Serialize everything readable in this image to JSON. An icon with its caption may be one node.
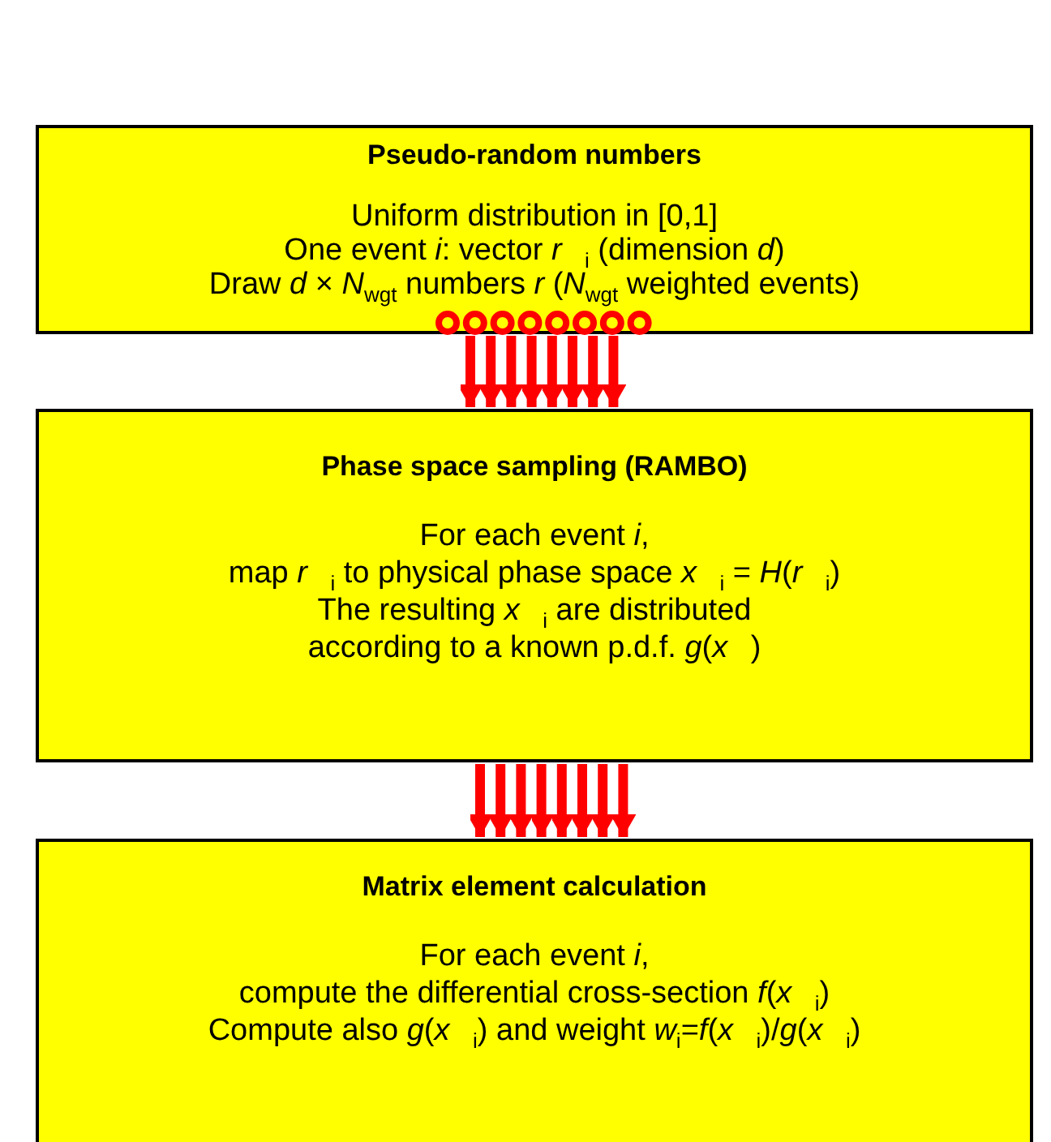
{
  "diagram": {
    "nodes": [
      {
        "text": [
          "Pseudo-random numbers",
          "Uniform distribution in [0,1]",
          "One event *i*: vector *r⃗*$_{i}$ (dimension *d*)",
          "Draw *d* × *N*$_{wgt}$ numbers *r* (*N*$_{wgt}$ weighted events)"
        ]
      },
      {
        "text": [
          "Phase space sampling (RAMBO)",
          "For each event *i*,",
          "map *r⃗*$_{i}$ to physical phase space *x⃗*$_{i}$ = *H*(*r⃗*$_{i}$)",
          "The resulting *x⃗*$_{i}$ are distributed",
          "according to a known p.d.f.  *g*(*x⃗*)"
        ]
      },
      {
        "text": [
          "Matrix element calculation",
          "For each event *i*,",
          "compute the differential cross-section *f*(*x⃗*$_{i}$)",
          "Compute also *g*(*x⃗*$_{i}$) and weight *w*$_{i}$=*f*(*x⃗*$_{i}$)/*g*(*x⃗*$_{i}$)"
        ]
      }
    ],
    "edges": [
      {
        "from": 0,
        "to": 1,
        "arrow": "to"
      },
      {
        "from": 0,
        "to": 1,
        "arrow": "to"
      },
      {
        "from": 0,
        "to": 1,
        "arrow": "to"
      },
      {
        "from": 0,
        "to": 1,
        "arrow": "to"
      },
      {
        "from": 0,
        "to": 1,
        "arrow": "to"
      },
      {
        "from": 0,
        "to": 1,
        "arrow": "to"
      },
      {
        "from": 0,
        "to": 1,
        "arrow": "to"
      },
      {
        "from": 0,
        "to": 1,
        "arrow": "to"
      },
      {
        "from": 1,
        "to": 2,
        "arrow": "to"
      },
      {
        "from": 1,
        "to": 2,
        "arrow": "to"
      },
      {
        "from": 1,
        "to": 2,
        "arrow": "to"
      },
      {
        "from": 1,
        "to": 2,
        "arrow": "to"
      },
      {
        "from": 1,
        "to": 2,
        "arrow": "to"
      },
      {
        "from": 1,
        "to": 2,
        "arrow": "to"
      },
      {
        "from": 1,
        "to": 2,
        "arrow": "to"
      },
      {
        "from": 1,
        "to": 2,
        "arrow": "to"
      }
    ]
  }
}
